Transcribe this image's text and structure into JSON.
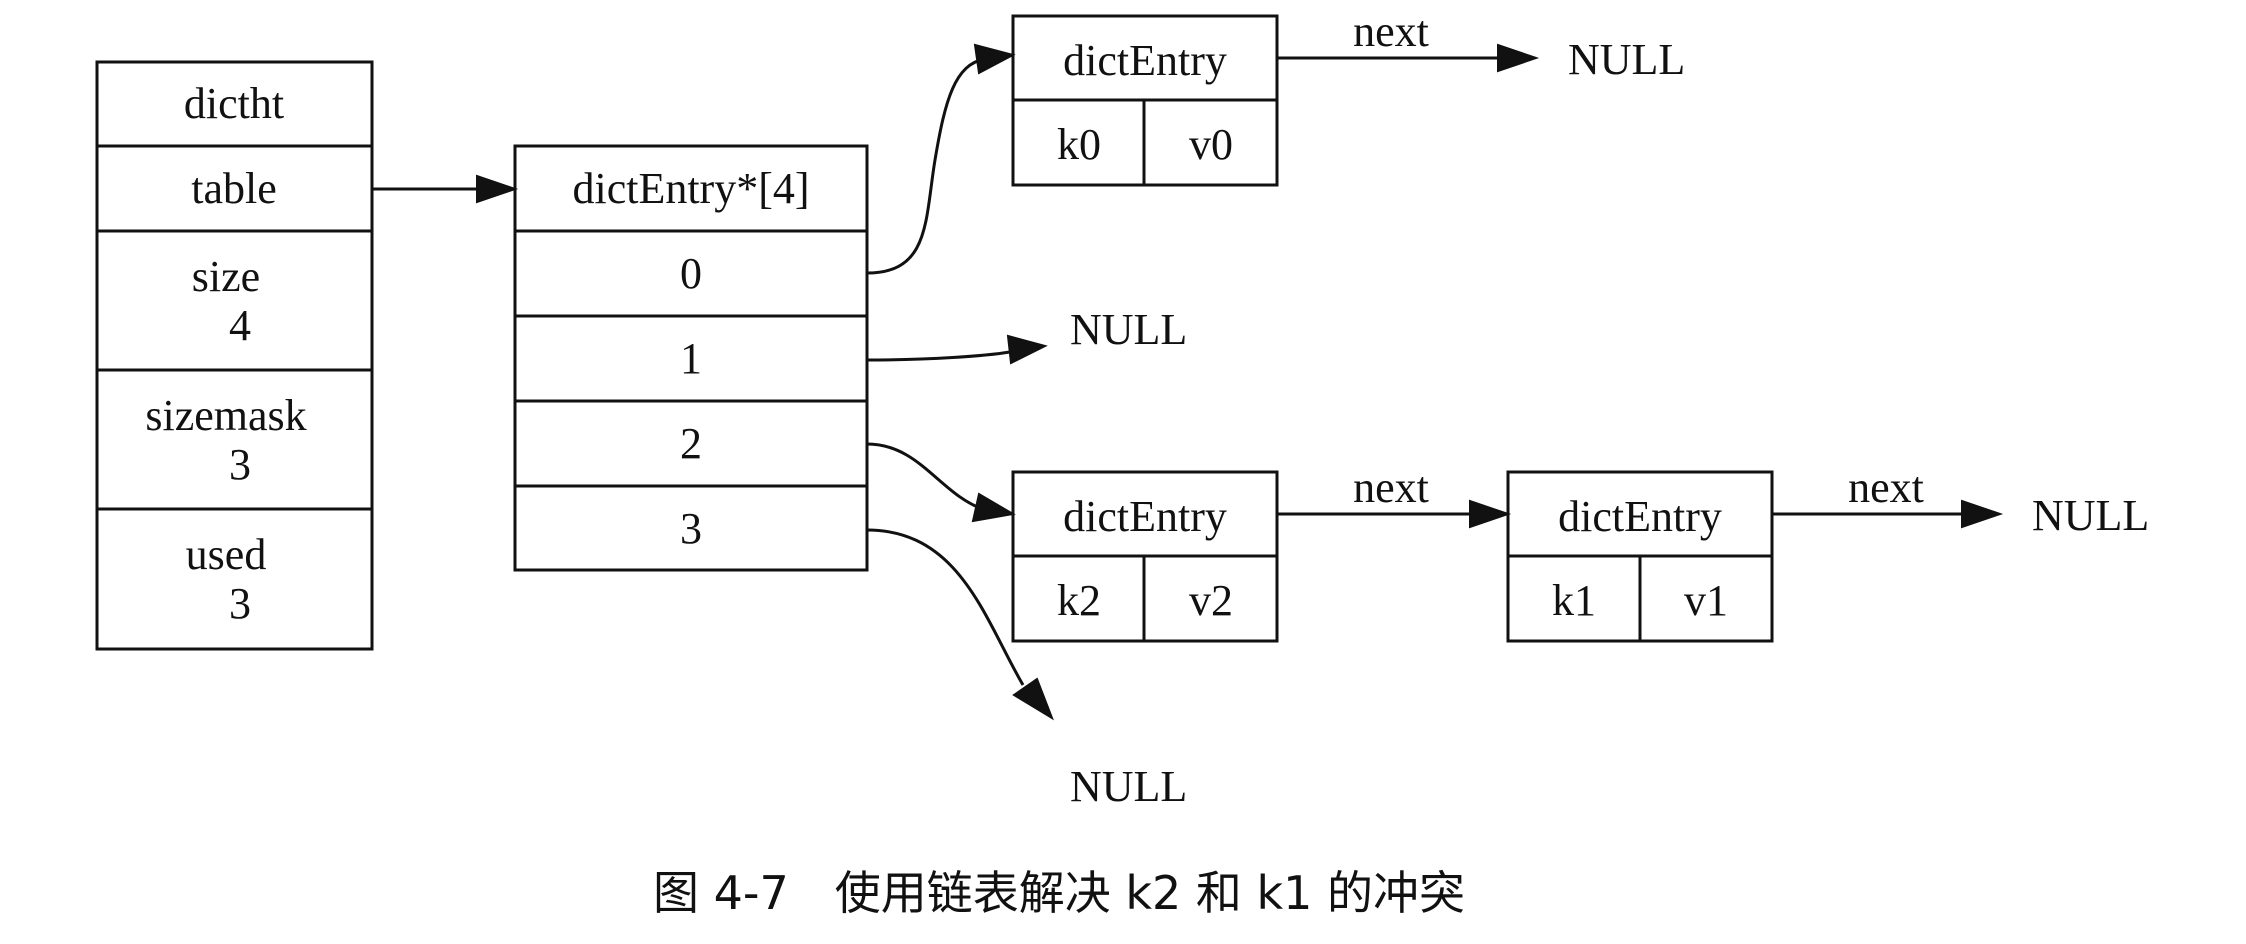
{
  "dictht": {
    "header": "dictht",
    "table": "table",
    "size_label": "size",
    "size_value": "4",
    "sizemask_label": "sizemask",
    "sizemask_value": "3",
    "used_label": "used",
    "used_value": "3"
  },
  "bucket_array": {
    "header": "dictEntry*[4]",
    "slots": [
      "0",
      "1",
      "2",
      "3"
    ]
  },
  "entries": {
    "entry0": {
      "header": "dictEntry",
      "key": "k0",
      "value": "v0"
    },
    "entry2": {
      "header": "dictEntry",
      "key": "k2",
      "value": "v2"
    },
    "entry1": {
      "header": "dictEntry",
      "key": "k1",
      "value": "v1"
    }
  },
  "edge_labels": {
    "next": "next"
  },
  "null_label": "NULL",
  "caption": "图 4-7　使用链表解决 k2 和 k1 的冲突"
}
